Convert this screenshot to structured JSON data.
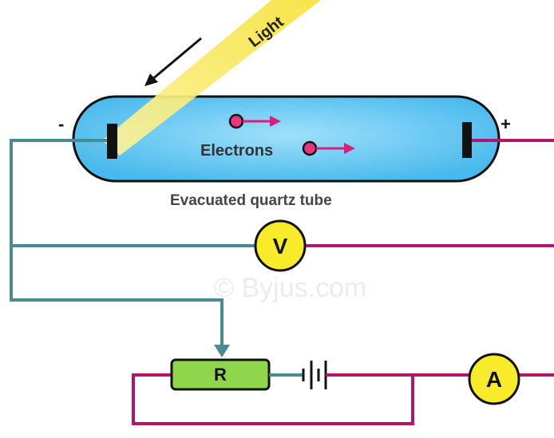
{
  "light_label": "Light",
  "tube": {
    "caption": "Evacuated quartz tube",
    "electrons_label": "Electrons",
    "cathode_sign": "-",
    "anode_sign": "+"
  },
  "voltmeter_label": "V",
  "ammeter_label": "A",
  "resistor_label": "R",
  "watermark": "© Byjus.com",
  "colors": {
    "tube_fill": "#5ec8f2",
    "light_beam": "#f5e84a",
    "wire_teal": "#4a8a94",
    "wire_magenta": "#b0166e",
    "meter_fill": "#f8ec2a",
    "resistor_fill": "#8fd64a",
    "electron": "#e8357e"
  }
}
